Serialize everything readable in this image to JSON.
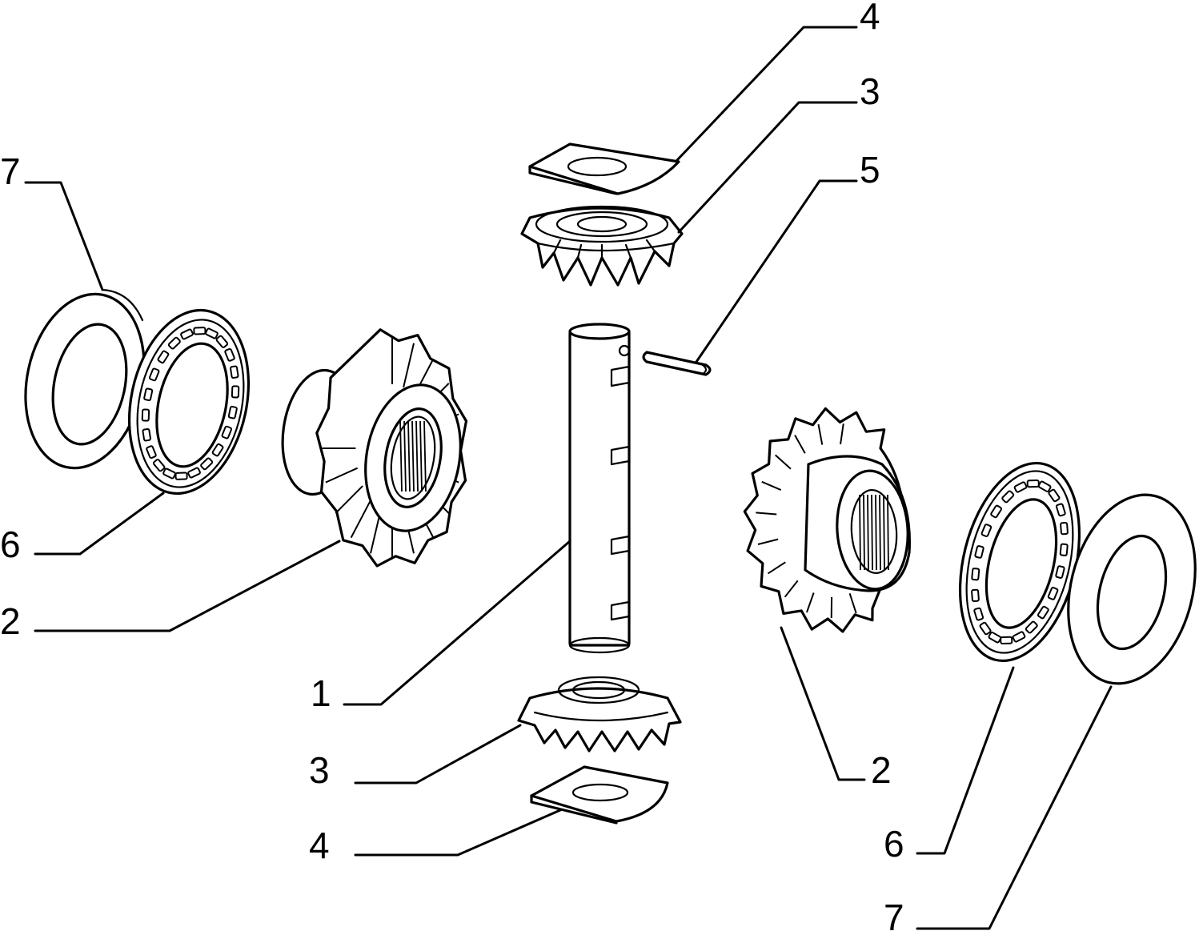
{
  "callouts": {
    "c4_top": "4",
    "c3_top": "3",
    "c5": "5",
    "c7_left": "7",
    "c6_left": "6",
    "c2_left": "2",
    "c1": "1",
    "c3_bottom": "3",
    "c4_bottom": "4",
    "c2_right": "2",
    "c6_right": "6",
    "c7_right": "7"
  },
  "colors": {
    "line": "#000000",
    "background": "#ffffff"
  },
  "chart_data": {
    "type": "diagram",
    "parts": [
      {
        "ref": "1",
        "qty_shown": 1
      },
      {
        "ref": "2",
        "qty_shown": 2
      },
      {
        "ref": "3",
        "qty_shown": 2
      },
      {
        "ref": "4",
        "qty_shown": 2
      },
      {
        "ref": "5",
        "qty_shown": 1
      },
      {
        "ref": "6",
        "qty_shown": 2
      },
      {
        "ref": "7",
        "qty_shown": 2
      }
    ]
  }
}
